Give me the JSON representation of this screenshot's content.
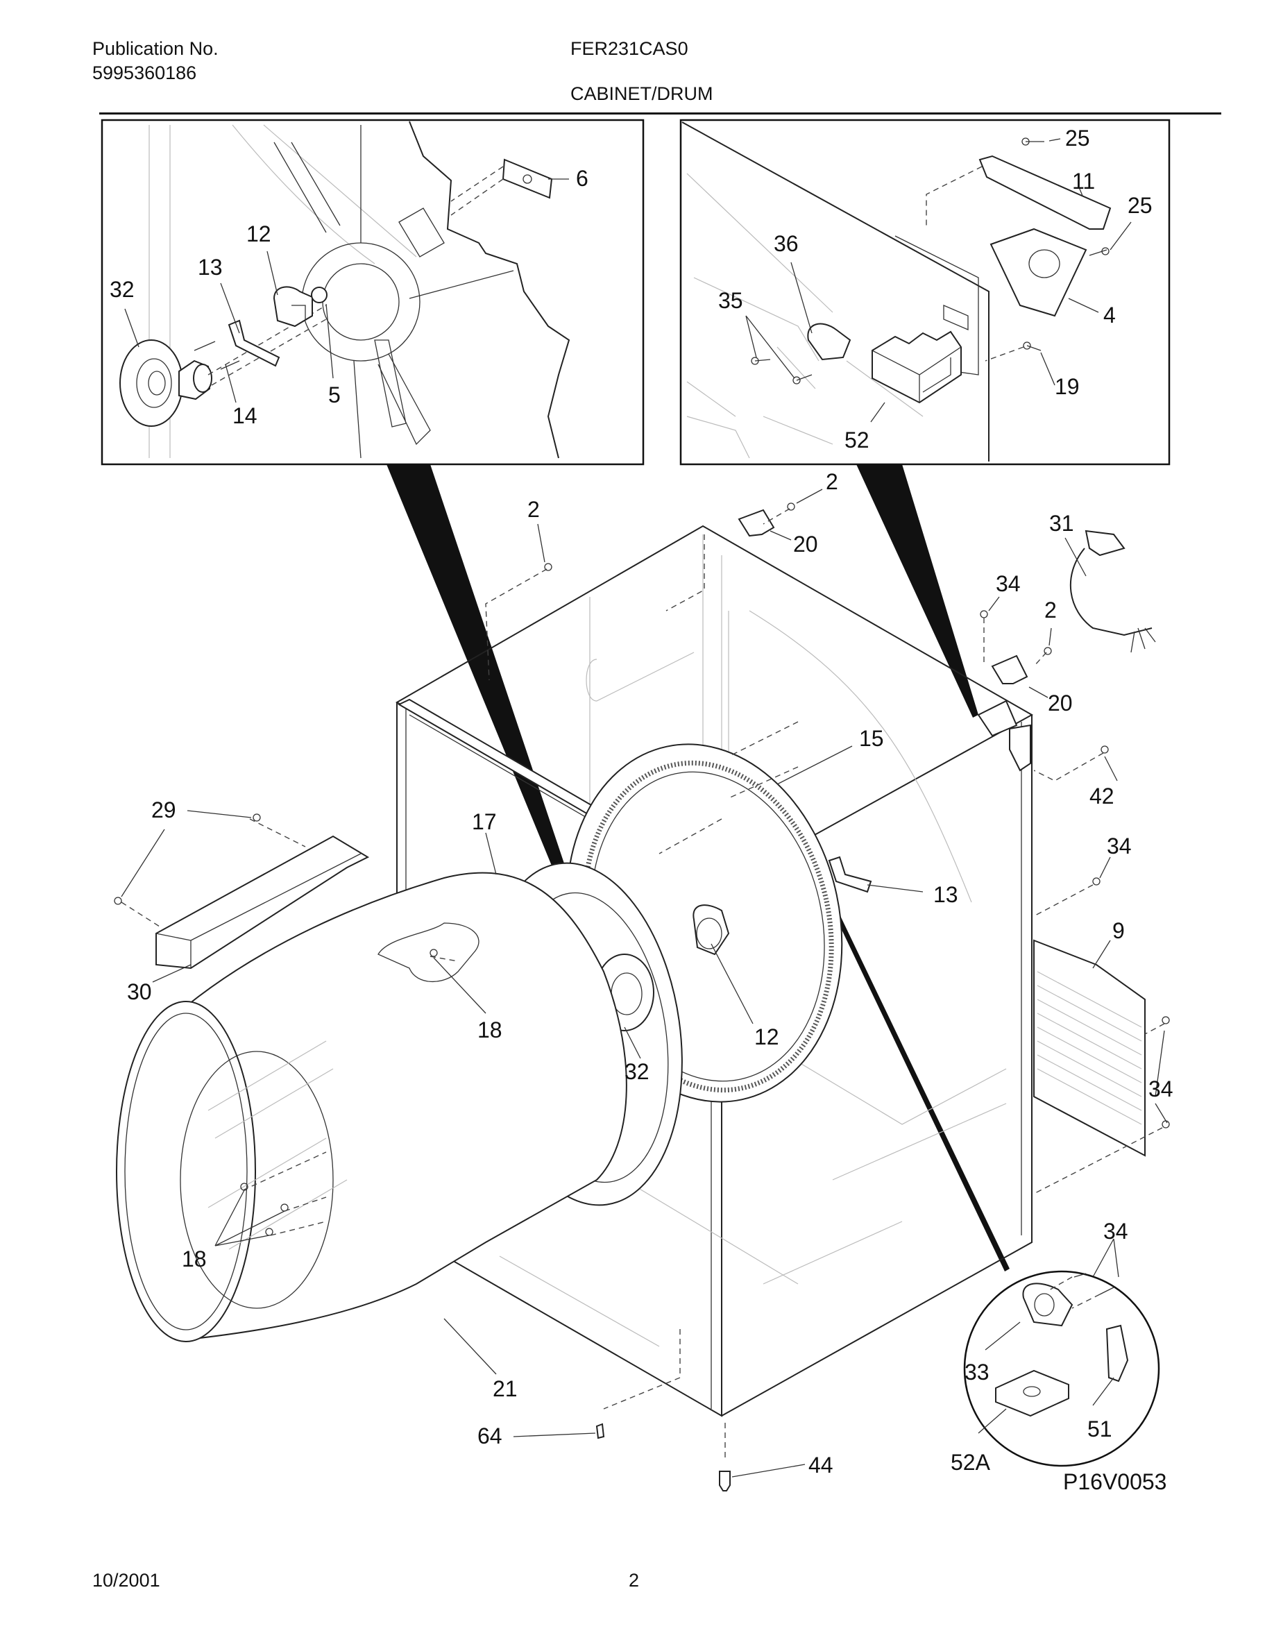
{
  "header": {
    "publication_label": "Publication No.",
    "publication_number": "5995360186",
    "model": "FER231CAS0",
    "section": "CABINET/DRUM"
  },
  "footer": {
    "date": "10/2001",
    "page": "2"
  },
  "figure_ref": "P16V0053",
  "callouts": {
    "inset_left": [
      "6",
      "12",
      "13",
      "32",
      "5",
      "14"
    ],
    "inset_right": [
      "25",
      "11",
      "25",
      "36",
      "35",
      "4",
      "19",
      "52"
    ],
    "main": [
      "2",
      "2",
      "20",
      "31",
      "34",
      "2",
      "20",
      "15",
      "42",
      "29",
      "17",
      "34",
      "13",
      "9",
      "30",
      "18",
      "12",
      "32",
      "34",
      "18",
      "34",
      "21",
      "33",
      "51",
      "64",
      "52A",
      "44"
    ]
  }
}
